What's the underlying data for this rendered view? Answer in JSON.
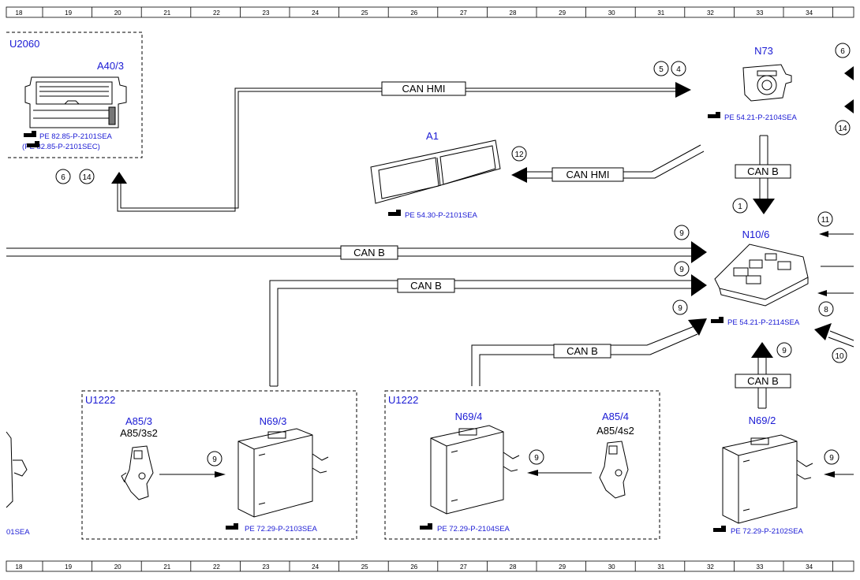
{
  "ruler": {
    "labels": [
      "18",
      "19",
      "20",
      "21",
      "22",
      "23",
      "24",
      "25",
      "26",
      "27",
      "28",
      "29",
      "30",
      "31",
      "32",
      "33",
      "34"
    ]
  },
  "components": {
    "u2060_group": "U2060",
    "a40_3": "A40/3",
    "a40_3_ref1": "PE 82.85-P-2101SEA",
    "a40_3_ref2": "(PE 82.85-P-2101SEC)",
    "n73": "N73",
    "n73_ref": "PE 54.21-P-2104SEA",
    "a1": "A1",
    "a1_ref": "PE 54.30-P-2101SEA",
    "n10_6": "N10/6",
    "n10_6_ref": "PE 54.21-P-2114SEA",
    "u1222_left": "U1222",
    "a85_3": "A85/3",
    "a85_3s2": "A85/3s2",
    "n69_3": "N69/3",
    "n69_3_ref": "PE 72.29-P-2103SEA",
    "u1222_mid": "U1222",
    "n69_4": "N69/4",
    "a85_4": "A85/4",
    "a85_4s2": "A85/4s2",
    "n69_4_ref": "PE 72.29-P-2104SEA",
    "n69_2": "N69/2",
    "n69_2_ref": "PE 72.29-P-2102SEA",
    "left_cut_ref": "01SEA"
  },
  "bus_labels": {
    "can_hmi_top": "CAN HMI",
    "can_hmi_a1": "CAN HMI",
    "can_b_n73": "CAN B",
    "can_b_main": "CAN B",
    "can_b_second": "CAN B",
    "can_b_n69_4": "CAN B",
    "can_b_n69_2": "CAN B"
  },
  "markers": {
    "m5": "5",
    "m4": "4",
    "m6_top": "6",
    "m14_top": "14",
    "m12": "12",
    "m6_left": "6",
    "m14_left": "14",
    "m1": "1",
    "m11": "11",
    "m9_a": "9",
    "m9_b": "9",
    "m9_c": "9",
    "m8": "8",
    "m10": "10",
    "m9_n692": "9",
    "m9_a853": "9",
    "m9_a854": "9",
    "m9_right": "9"
  }
}
